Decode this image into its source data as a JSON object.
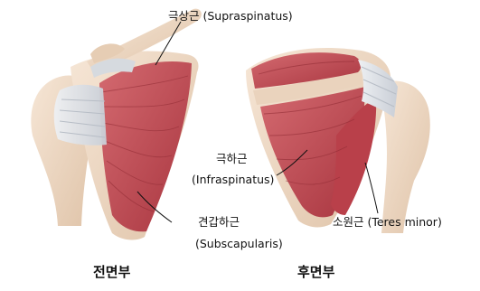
{
  "labels": {
    "supraspinatus": "극상근 (Supraspinatus)",
    "infraspinatus_ko": "극하근",
    "infraspinatus_en": "(Infraspinatus)",
    "subscapularis_ko": "견갑하근",
    "subscapularis_en": "(Subscapularis)",
    "teres_minor": "소원근 (Teres minor)"
  },
  "views": {
    "front": "전면부",
    "back": "후면부"
  },
  "colors": {
    "muscle": "#c8505a",
    "muscle_dark": "#9e2f3a",
    "bone": "#efd9c4",
    "tendon": "#d9dde3",
    "cartilage": "#4cb8b0"
  }
}
